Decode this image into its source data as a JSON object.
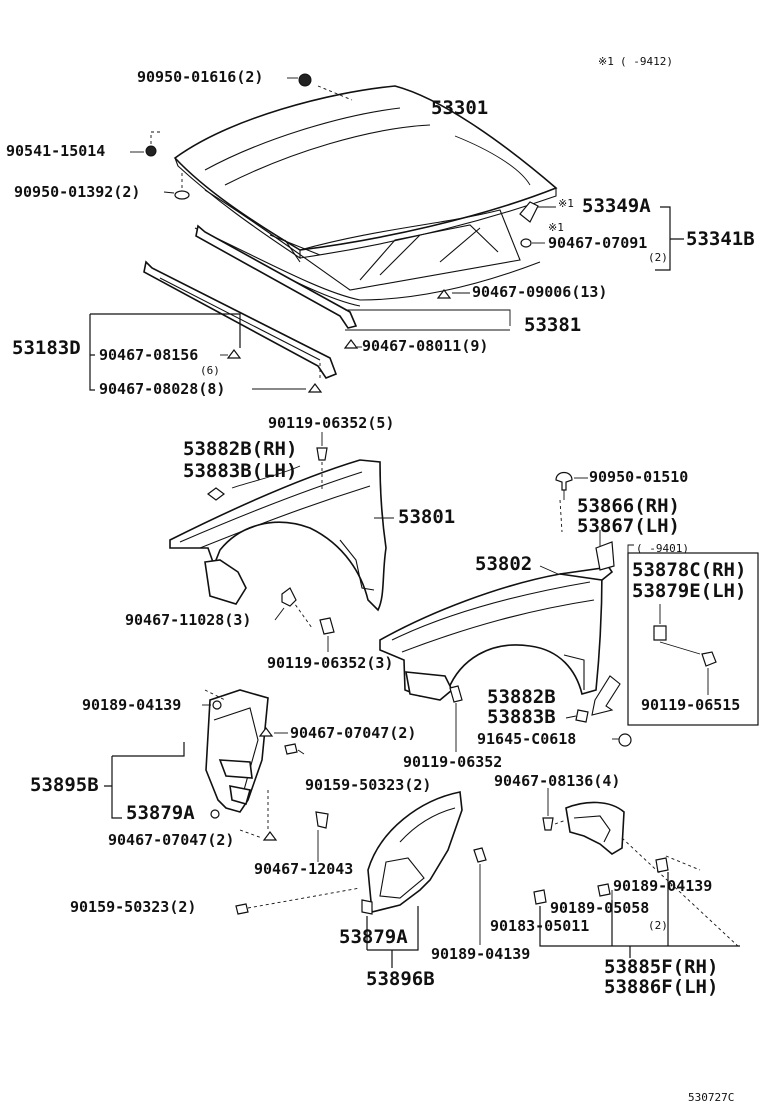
{
  "note": {
    "marker": "※1",
    "range": "(      -9412)"
  },
  "hood": {
    "fastener_top": "90950-01616(2)",
    "part": "53301",
    "fastener_left": "90541-15014",
    "fastener_bump": "90950-01392(2)",
    "weatherstrip": "53349A",
    "weatherstrip_mark": "※1",
    "clip_mark": "※1",
    "clip": "90467-07091",
    "clip_qty": "(2)",
    "set_part": "53341B",
    "seal_clip": "90467-09006(13)",
    "cowl_part": "53381",
    "cowl_clip": "90467-08011(9)",
    "set_left": "53183D",
    "clip_left_a": "90467-08156",
    "clip_left_a_qty": "(6)",
    "clip_left_b": "90467-08028(8)"
  },
  "left_fender": {
    "bolt_top": "90119-06352(5)",
    "pad_rh": "53882B(RH)",
    "pad_lh": "53883B(LH)",
    "part": "53801",
    "clip": "90467-11028(3)",
    "bolt_bottom": "90119-06352(3)"
  },
  "right_fender": {
    "grommet": "90950-01510",
    "bracket_rh": "53866(RH)",
    "bracket_lh": "53867(LH)",
    "inset_range": "(    -9401)",
    "inset_rh": "53878C(RH)",
    "inset_lh": "53879E(LH)",
    "inset_bolt": "90119-06515",
    "part": "53802",
    "pad_rh": "53882B",
    "pad_lh": "53883B",
    "bolt": "90119-06352",
    "nut": "91645-C0618"
  },
  "mudguard_left": {
    "clip_top": "90189-04139",
    "clip_a": "90467-07047(2)",
    "set": "53895B",
    "screw": "90159-50323(2)",
    "seal": "53879A",
    "clip_b": "90467-07047(2)"
  },
  "liner_center": {
    "clip": "90467-12043",
    "screw": "90159-50323(2)",
    "seal": "53879A",
    "set": "53896B",
    "clip_bottom": "90189-04139"
  },
  "liner_right": {
    "clip_top": "90467-08136(4)",
    "clip_a": "90189-04139",
    "clip_b": "90189-05058",
    "clip_c": "90183-05011",
    "clip_c_qty": "(2)",
    "set_rh": "53885F(RH)",
    "set_lh": "53886F(LH)"
  },
  "footer": {
    "code": "530727C"
  }
}
